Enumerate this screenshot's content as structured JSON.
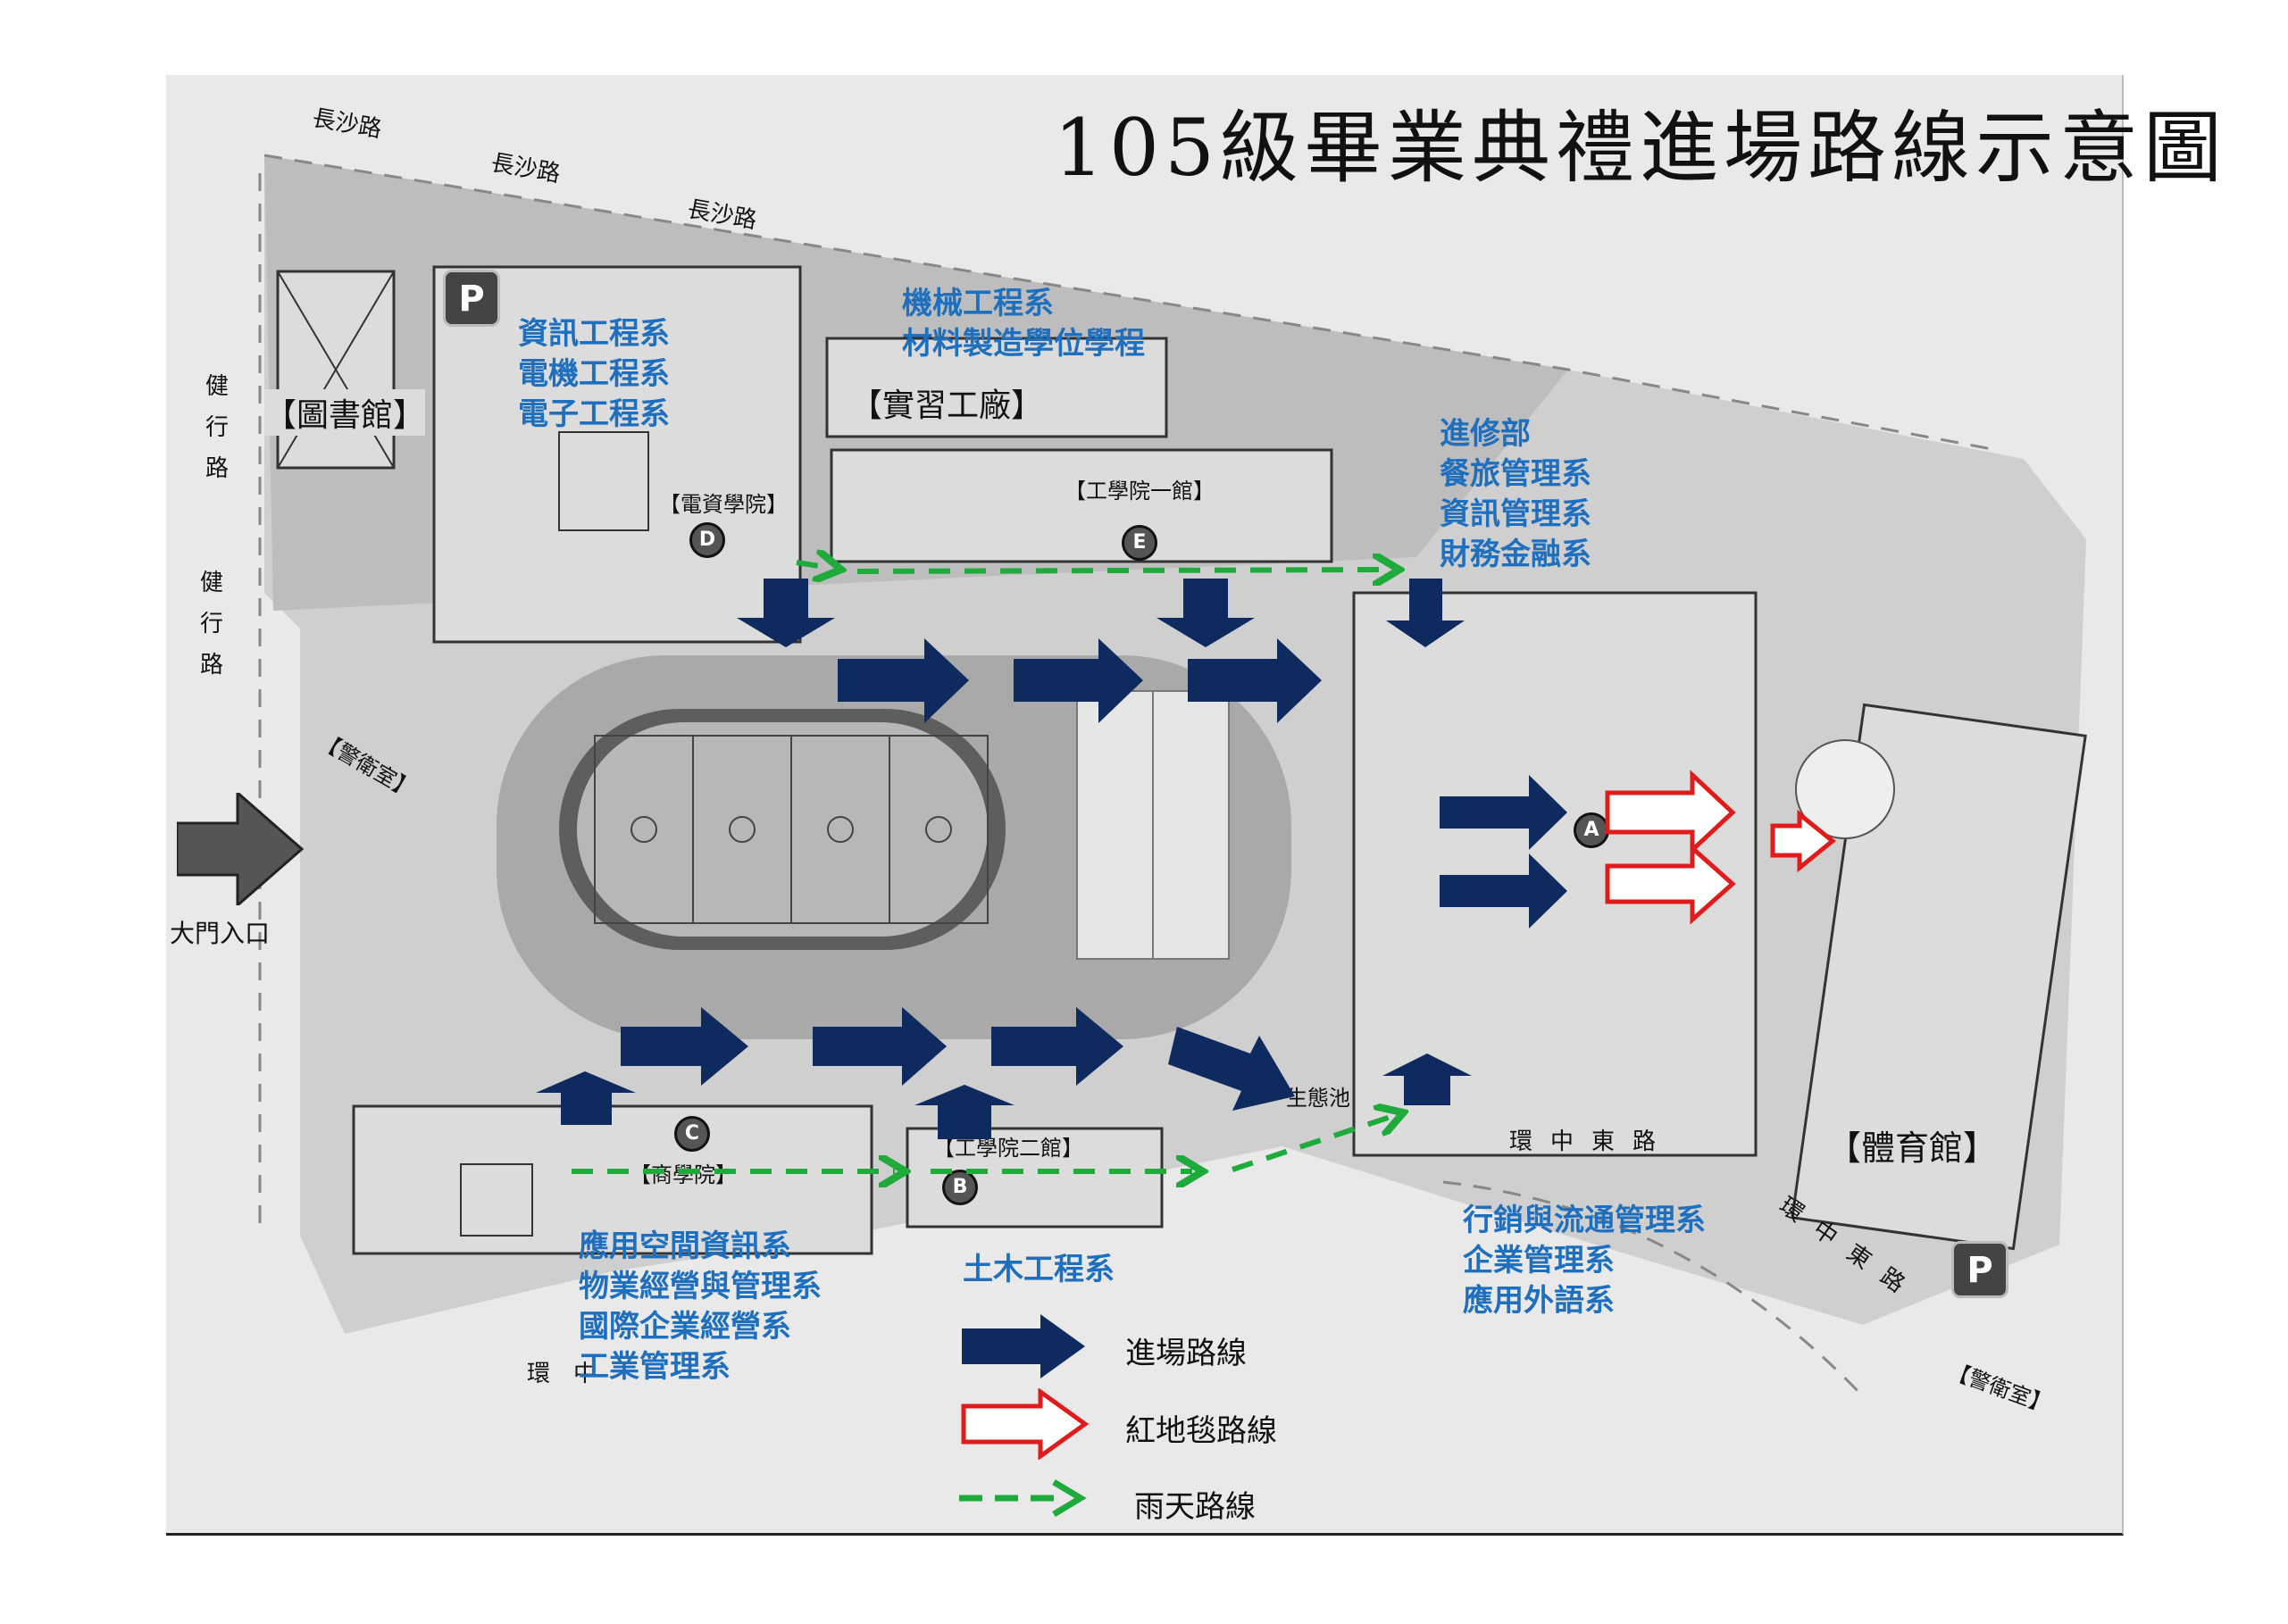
{
  "title": "105級畢業典禮進場路線示意圖",
  "roads": {
    "changsha": "長沙路",
    "jianxing": "健行路",
    "huanzhong_east": "環中東路",
    "huanzhong": "環中"
  },
  "entrance": "大門入口",
  "buildings": {
    "library": "【圖書館】",
    "practice_factory": "【實習工廠】",
    "eecs": "【電資學院】",
    "engineering_1": "【工學院一館】",
    "engineering_2": "【工學院二館】",
    "business": "【商學院】",
    "gym": "【體育館】",
    "guard_west": "【警衛室】",
    "guard_east": "【警衛室】",
    "eco_pond": "生態池"
  },
  "building_badges": {
    "A": "A",
    "B": "B",
    "C": "C",
    "D": "D",
    "E": "E"
  },
  "parking_label": "P",
  "departments": {
    "eecs_group": [
      "資訊工程系",
      "電機工程系",
      "電子工程系"
    ],
    "mech_group": [
      "機械工程系",
      "材料製造學位學程"
    ],
    "evening_group": [
      "進修部",
      "餐旅管理系",
      "資訊管理系",
      "財務金融系"
    ],
    "business_group": [
      "應用空間資訊系",
      "物業經營與管理系",
      "國際企業經營系",
      "工業管理系"
    ],
    "civil_group": [
      "土木工程系"
    ],
    "marketing_group": [
      "行銷與流通管理系",
      "企業管理系",
      "應用外語系"
    ]
  },
  "legend": [
    {
      "label": "進場路線",
      "style": "navy-arrow",
      "color": "#0e2a5e"
    },
    {
      "label": "紅地毯路線",
      "style": "red-outline-arrow",
      "color": "#e01b1b"
    },
    {
      "label": "雨天路線",
      "style": "green-dashed-arrow",
      "color": "#1faa3c"
    }
  ],
  "colors": {
    "route": "#0e2a5e",
    "red_carpet": "#e01b1b",
    "rain_route": "#1faa3c",
    "department_text": "#1f6fbf"
  }
}
